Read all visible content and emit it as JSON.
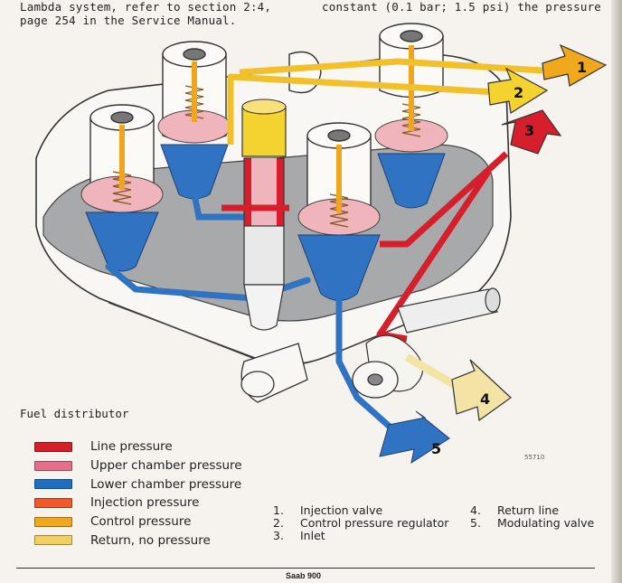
{
  "top_text": {
    "left_lines": [
      "Lambda system, refer to section 2:4,",
      "page 254 in the Service Manual."
    ],
    "right_lines": [
      "constant (0.1 bar; 1.5 psi) the pressure"
    ]
  },
  "callouts": [
    "1",
    "2",
    "3",
    "4",
    "5"
  ],
  "caption": "Fuel distributor",
  "legend": [
    {
      "label": "Line pressure",
      "color": "#d61f2c"
    },
    {
      "label": "Upper chamber pressure",
      "color": "#e46f8a"
    },
    {
      "label": "Lower chamber pressure",
      "color": "#1f6fc0"
    },
    {
      "label": "Injection pressure",
      "color": "#ef5a28"
    },
    {
      "label": "Control pressure",
      "color": "#f2a81d"
    },
    {
      "label": "Return, no pressure",
      "color": "#f3cf61"
    }
  ],
  "parts_left": [
    {
      "num": "1.",
      "label": "Injection valve"
    },
    {
      "num": "2.",
      "label": "Control pressure regulator"
    },
    {
      "num": "3.",
      "label": "Inlet"
    }
  ],
  "parts_right": [
    {
      "num": "4.",
      "label": "Return line"
    },
    {
      "num": "5.",
      "label": "Modulating valve"
    }
  ],
  "figure_code": "55710",
  "footer": "Saab 900"
}
